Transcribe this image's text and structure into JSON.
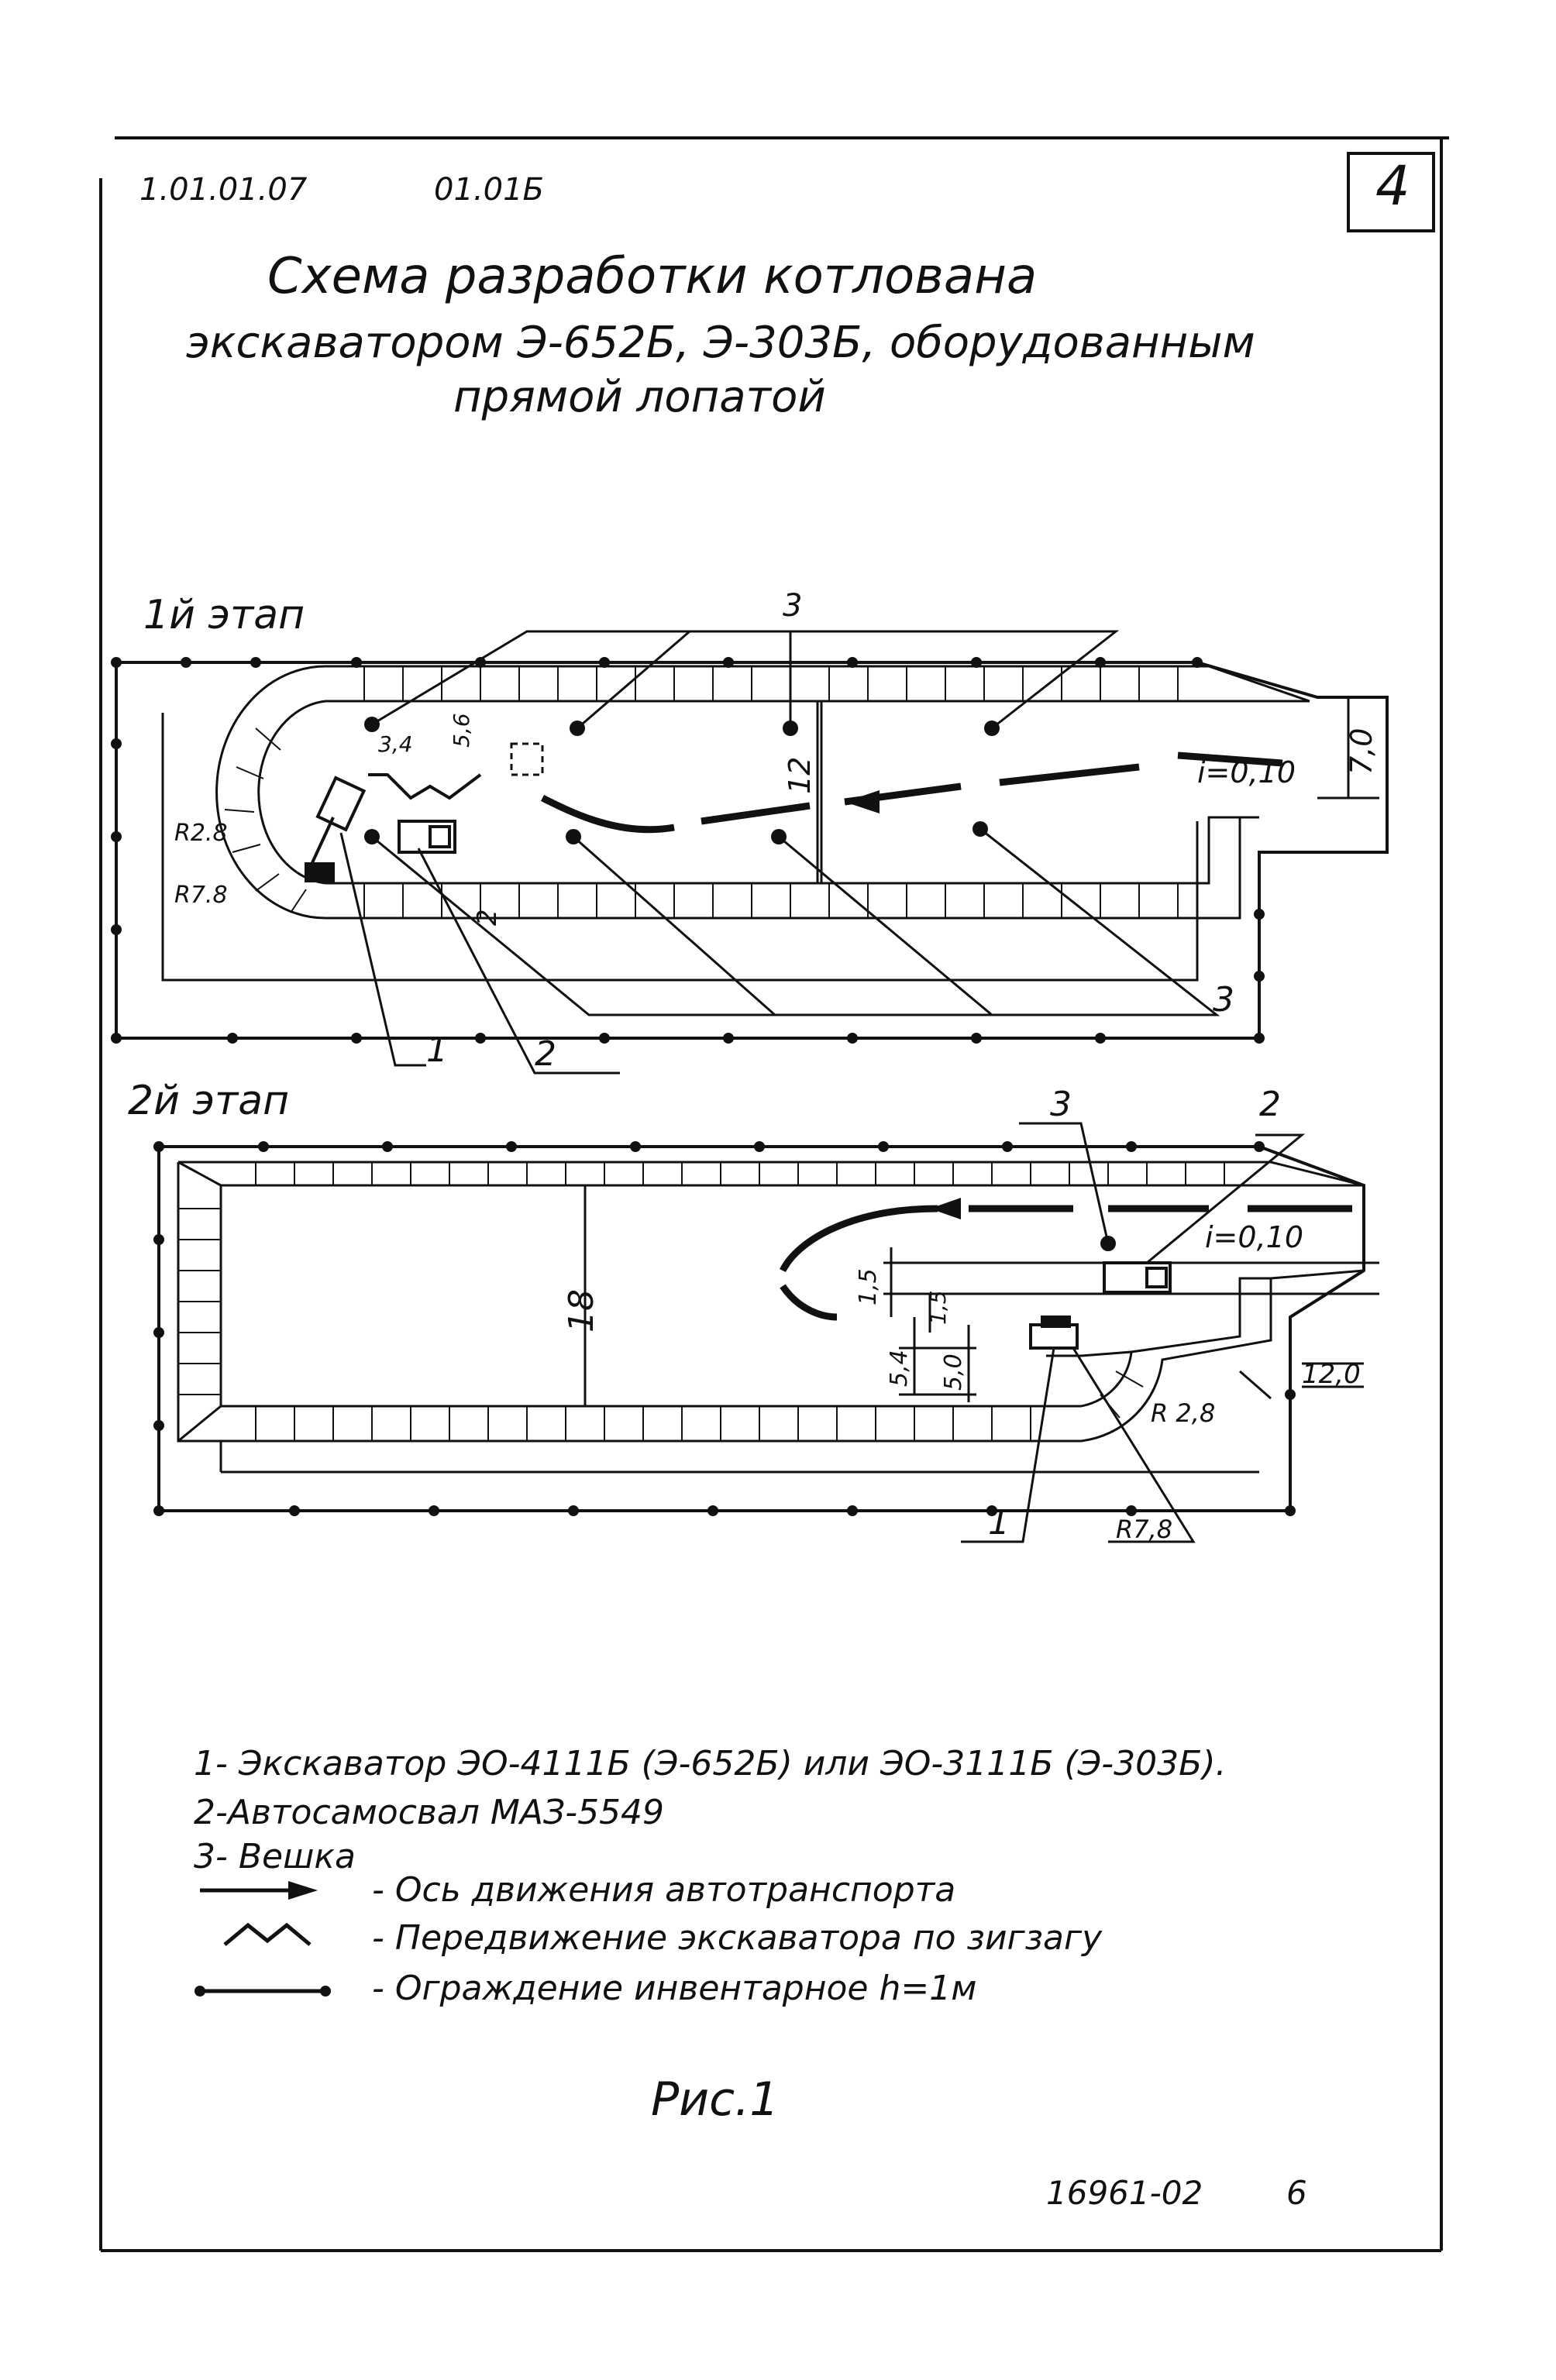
{
  "header": {
    "code_left": "1.01.01.07",
    "code_right": "01.01Б",
    "sheet_number": "4"
  },
  "title": {
    "line1": "Схема разработки котлована",
    "line2": "экскаватором Э-652Б, Э-303Б, оборудованным",
    "line3": "прямой лопатой"
  },
  "stage1": {
    "label": "1й этап",
    "callout_top": "3",
    "callout_bottom_right": "3",
    "callout_1": "1",
    "callout_2": "2",
    "dims": {
      "zigzag_w": "3,4",
      "zigzag_h": "5,6",
      "pit_width": "12",
      "ramp_width": "7,0",
      "slope": "i=0,10",
      "r_inner": "R2.8",
      "r_outer": "R7.8",
      "truck": "2"
    }
  },
  "stage2": {
    "label": "2й этап",
    "callout_3": "3",
    "callout_2": "2",
    "callout_1": "1",
    "dims": {
      "pit_width": "18",
      "slope": "i=0,10",
      "d1": "1,5",
      "d2": "1,5",
      "d3": "5,4",
      "d4": "5,0",
      "ramp_width": "12,0",
      "r_inner": "R 2,8",
      "r_outer": "R7,8"
    }
  },
  "legend": {
    "item1": "1- Экскаватор ЭО-4111Б (Э-652Б) или ЭО-3111Б (Э-303Б).",
    "item2": "2-Автосамосвал МАЗ-5549",
    "item3": "3- Вешка",
    "symbol1": "- Ось движения автотранспорта",
    "symbol2": "- Передвижение экскаватора по зигзагу",
    "symbol3": "- Ограждение инвентарное h=1м"
  },
  "figure_label": "Рис.1",
  "footer": {
    "doc_number": "16961-02",
    "page": "6"
  }
}
